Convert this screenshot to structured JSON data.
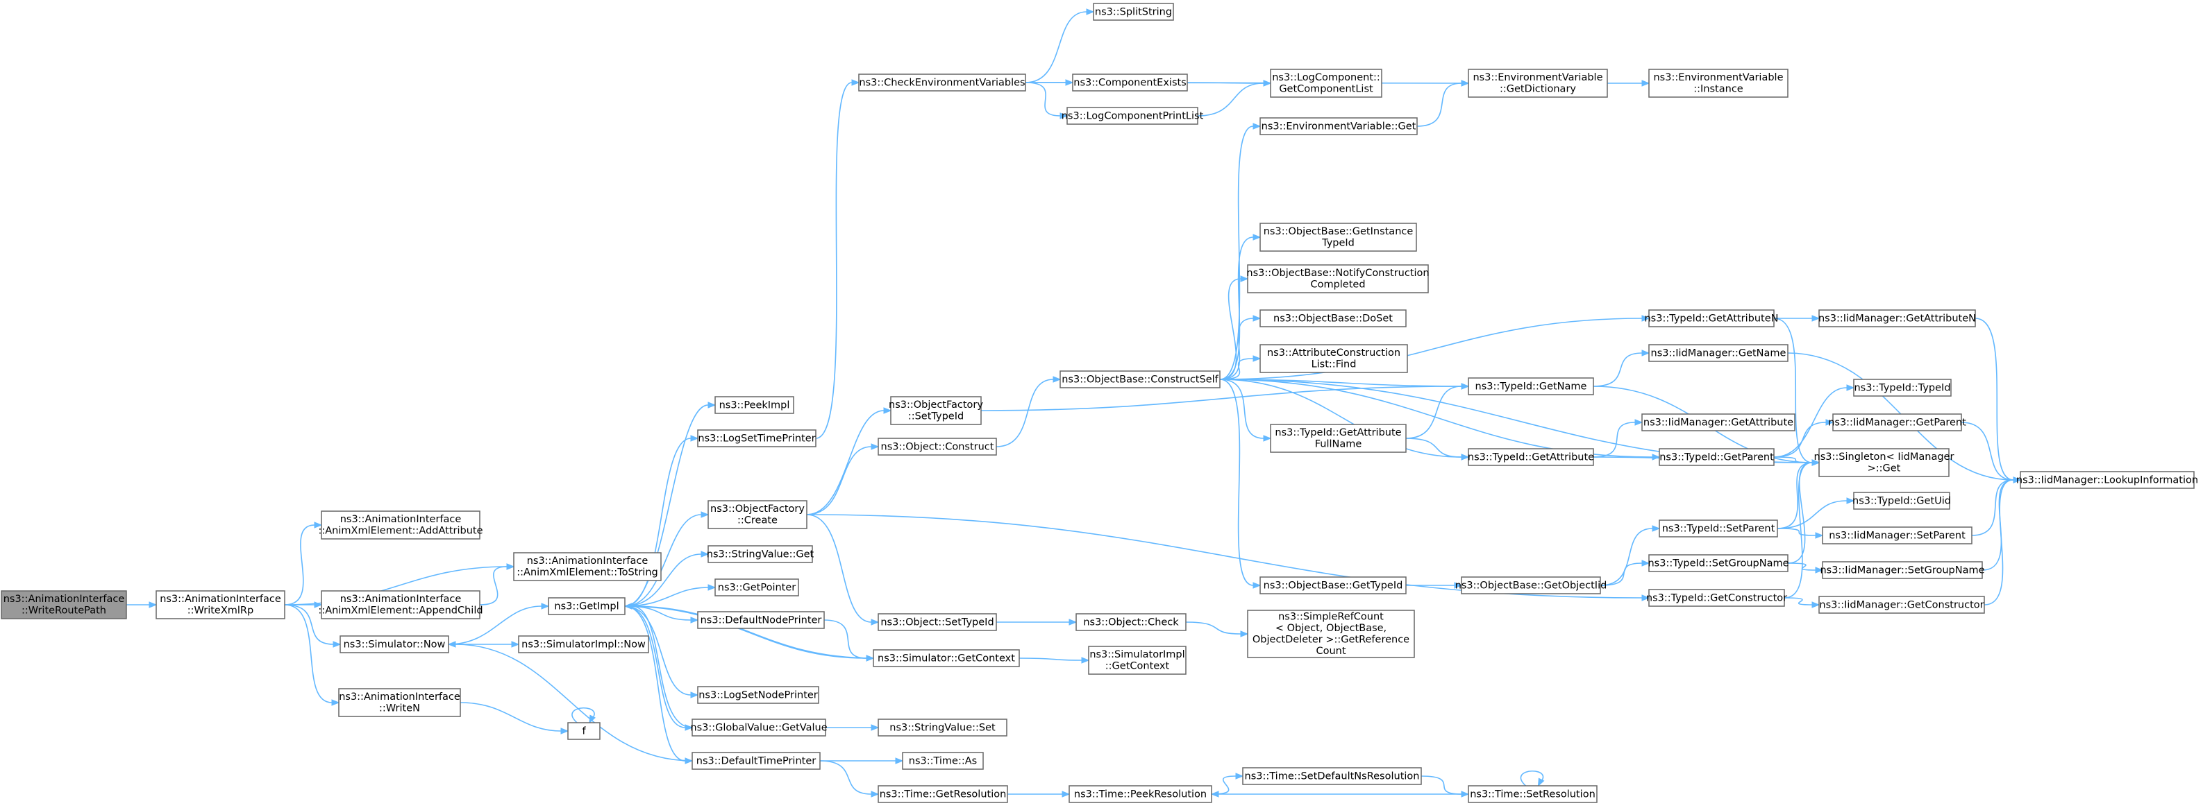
{
  "root": "ns3::AnimationInterface::WriteRoutePath",
  "colors": {
    "edge": "#63b8ff",
    "node_border": "#666666",
    "root_fill": "#999999",
    "node_fill": "#ffffff"
  },
  "nodes": [
    {
      "id": "n0",
      "lines": [
        "ns3::AnimationInterface",
        "::WriteRoutePath"
      ],
      "root": true
    },
    {
      "id": "n1",
      "lines": [
        "ns3::AnimationInterface",
        "::WriteXmlRp"
      ]
    },
    {
      "id": "n2",
      "lines": [
        "ns3::AnimationInterface",
        "::AnimXmlElement::AddAttribute"
      ]
    },
    {
      "id": "n3",
      "lines": [
        "ns3::AnimationInterface",
        "::AnimXmlElement::ToString"
      ]
    },
    {
      "id": "n4",
      "lines": [
        "ns3::AnimationInterface",
        "::AnimXmlElement::AppendChild"
      ]
    },
    {
      "id": "n5",
      "lines": [
        "ns3::Simulator::Now"
      ]
    },
    {
      "id": "n6",
      "lines": [
        "ns3::AnimationInterface",
        "::WriteN"
      ]
    },
    {
      "id": "n7",
      "lines": [
        "ns3::GetImpl"
      ]
    },
    {
      "id": "n8",
      "lines": [
        "ns3::SimulatorImpl::Now"
      ]
    },
    {
      "id": "n9",
      "lines": [
        "f"
      ]
    },
    {
      "id": "n10",
      "lines": [
        "ns3::PeekImpl"
      ]
    },
    {
      "id": "n11",
      "lines": [
        "ns3::LogSetTimePrinter"
      ]
    },
    {
      "id": "n12",
      "lines": [
        "ns3::ObjectFactory",
        "::Create"
      ]
    },
    {
      "id": "n13",
      "lines": [
        "ns3::StringValue::Get"
      ]
    },
    {
      "id": "n14",
      "lines": [
        "ns3::GetPointer"
      ]
    },
    {
      "id": "n15",
      "lines": [
        "ns3::DefaultNodePrinter"
      ]
    },
    {
      "id": "n16",
      "lines": [
        "ns3::Simulator::GetContext"
      ]
    },
    {
      "id": "n17",
      "lines": [
        "ns3::LogSetNodePrinter"
      ]
    },
    {
      "id": "n18",
      "lines": [
        "ns3::GlobalValue::GetValue"
      ]
    },
    {
      "id": "n19",
      "lines": [
        "ns3::DefaultTimePrinter"
      ]
    },
    {
      "id": "n20",
      "lines": [
        "ns3::CheckEnvironmentVariables"
      ]
    },
    {
      "id": "n21",
      "lines": [
        "ns3::ObjectFactory",
        "::SetTypeId"
      ]
    },
    {
      "id": "n22",
      "lines": [
        "ns3::Object::Construct"
      ]
    },
    {
      "id": "n23",
      "lines": [
        "ns3::Object::SetTypeId"
      ]
    },
    {
      "id": "n24",
      "lines": [
        "ns3::SimulatorImpl",
        "::GetContext"
      ]
    },
    {
      "id": "n25",
      "lines": [
        "ns3::StringValue::Set"
      ]
    },
    {
      "id": "n26",
      "lines": [
        "ns3::Time::As"
      ]
    },
    {
      "id": "n27",
      "lines": [
        "ns3::Time::GetResolution"
      ]
    },
    {
      "id": "n28",
      "lines": [
        "ns3::SplitString"
      ]
    },
    {
      "id": "n29",
      "lines": [
        "ns3::ComponentExists"
      ]
    },
    {
      "id": "n30",
      "lines": [
        "ns3::LogComponentPrintList"
      ]
    },
    {
      "id": "n31",
      "lines": [
        "ns3::LogComponent::",
        "GetComponentList"
      ]
    },
    {
      "id": "n32",
      "lines": [
        "ns3::EnvironmentVariable",
        "::GetDictionary"
      ]
    },
    {
      "id": "n33",
      "lines": [
        "ns3::EnvironmentVariable",
        "::Instance"
      ]
    },
    {
      "id": "n34",
      "lines": [
        "ns3::EnvironmentVariable::Get"
      ]
    },
    {
      "id": "n35",
      "lines": [
        "ns3::ObjectBase::ConstructSelf"
      ]
    },
    {
      "id": "n36",
      "lines": [
        "ns3::ObjectBase::GetInstance",
        "TypeId"
      ]
    },
    {
      "id": "n37",
      "lines": [
        "ns3::ObjectBase::NotifyConstruction",
        "Completed"
      ]
    },
    {
      "id": "n38",
      "lines": [
        "ns3::ObjectBase::DoSet"
      ]
    },
    {
      "id": "n39",
      "lines": [
        "ns3::AttributeConstruction",
        "List::Find"
      ]
    },
    {
      "id": "n40",
      "lines": [
        "ns3::TypeId::GetAttribute",
        "FullName"
      ]
    },
    {
      "id": "n41",
      "lines": [
        "ns3::ObjectBase::GetTypeId"
      ]
    },
    {
      "id": "n42",
      "lines": [
        "ns3::Object::Check"
      ]
    },
    {
      "id": "n43",
      "lines": [
        "ns3::SimpleRefCount",
        "< Object, ObjectBase,",
        "ObjectDeleter >::GetReference",
        "Count"
      ]
    },
    {
      "id": "n44",
      "lines": [
        "ns3::Time::PeekResolution"
      ]
    },
    {
      "id": "n45",
      "lines": [
        "ns3::Time::SetDefaultNsResolution"
      ]
    },
    {
      "id": "n46",
      "lines": [
        "ns3::Time::SetResolution"
      ]
    },
    {
      "id": "n47",
      "lines": [
        "ns3::TypeId::GetAttributeN"
      ]
    },
    {
      "id": "n48",
      "lines": [
        "ns3::TypeId::GetName"
      ]
    },
    {
      "id": "n49",
      "lines": [
        "ns3::TypeId::GetAttribute"
      ]
    },
    {
      "id": "n50",
      "lines": [
        "ns3::ObjectBase::GetObjectIid"
      ]
    },
    {
      "id": "n51",
      "lines": [
        "ns3::TypeId::GetConstructor"
      ]
    },
    {
      "id": "n52",
      "lines": [
        "ns3::IidManager::GetAttributeN"
      ]
    },
    {
      "id": "n53",
      "lines": [
        "ns3::IidManager::GetName"
      ]
    },
    {
      "id": "n54",
      "lines": [
        "ns3::IidManager::GetAttribute"
      ]
    },
    {
      "id": "n55",
      "lines": [
        "ns3::TypeId::GetParent"
      ]
    },
    {
      "id": "n56",
      "lines": [
        "ns3::TypeId::SetParent"
      ]
    },
    {
      "id": "n57",
      "lines": [
        "ns3::TypeId::SetGroupName"
      ]
    },
    {
      "id": "n58",
      "lines": [
        "ns3::Singleton< IidManager",
        ">::Get"
      ]
    },
    {
      "id": "n59",
      "lines": [
        "ns3::TypeId::TypeId"
      ]
    },
    {
      "id": "n60",
      "lines": [
        "ns3::IidManager::GetParent"
      ]
    },
    {
      "id": "n61",
      "lines": [
        "ns3::TypeId::GetUid"
      ]
    },
    {
      "id": "n62",
      "lines": [
        "ns3::IidManager::SetParent"
      ]
    },
    {
      "id": "n63",
      "lines": [
        "ns3::IidManager::SetGroupName"
      ]
    },
    {
      "id": "n64",
      "lines": [
        "ns3::IidManager::GetConstructor"
      ]
    },
    {
      "id": "n65",
      "lines": [
        "ns3::IidManager::LookupInformation"
      ]
    }
  ],
  "edges": [
    [
      "n0",
      "n1"
    ],
    [
      "n1",
      "n2"
    ],
    [
      "n1",
      "n3"
    ],
    [
      "n1",
      "n4"
    ],
    [
      "n1",
      "n5"
    ],
    [
      "n1",
      "n6"
    ],
    [
      "n4",
      "n3"
    ],
    [
      "n5",
      "n7"
    ],
    [
      "n5",
      "n8"
    ],
    [
      "n6",
      "n9"
    ],
    [
      "n9",
      "n9"
    ],
    [
      "n7",
      "n10"
    ],
    [
      "n7",
      "n11"
    ],
    [
      "n7",
      "n12"
    ],
    [
      "n7",
      "n13"
    ],
    [
      "n7",
      "n14"
    ],
    [
      "n7",
      "n15"
    ],
    [
      "n7",
      "n16"
    ],
    [
      "n7",
      "n17"
    ],
    [
      "n7",
      "n18"
    ],
    [
      "n7",
      "n19"
    ],
    [
      "n11",
      "n20"
    ],
    [
      "n12",
      "n21"
    ],
    [
      "n12",
      "n22"
    ],
    [
      "n12",
      "n23"
    ],
    [
      "n12",
      "n51"
    ],
    [
      "n16",
      "n7"
    ],
    [
      "n16",
      "n24"
    ],
    [
      "n15",
      "n16"
    ],
    [
      "n18",
      "n25"
    ],
    [
      "n18",
      "n7"
    ],
    [
      "n19",
      "n5"
    ],
    [
      "n19",
      "n26"
    ],
    [
      "n19",
      "n27"
    ],
    [
      "n20",
      "n28"
    ],
    [
      "n20",
      "n29"
    ],
    [
      "n20",
      "n30"
    ],
    [
      "n20",
      "n32"
    ],
    [
      "n29",
      "n31"
    ],
    [
      "n30",
      "n31"
    ],
    [
      "n32",
      "n33"
    ],
    [
      "n34",
      "n32"
    ],
    [
      "n21",
      "n48"
    ],
    [
      "n22",
      "n35"
    ],
    [
      "n23",
      "n42"
    ],
    [
      "n42",
      "n43"
    ],
    [
      "n27",
      "n44"
    ],
    [
      "n44",
      "n45"
    ],
    [
      "n45",
      "n46"
    ],
    [
      "n46",
      "n44"
    ],
    [
      "n46",
      "n46"
    ],
    [
      "n35",
      "n34"
    ],
    [
      "n35",
      "n36"
    ],
    [
      "n35",
      "n37"
    ],
    [
      "n35",
      "n38"
    ],
    [
      "n35",
      "n39"
    ],
    [
      "n35",
      "n40"
    ],
    [
      "n35",
      "n41"
    ],
    [
      "n35",
      "n47"
    ],
    [
      "n35",
      "n48"
    ],
    [
      "n35",
      "n49"
    ],
    [
      "n35",
      "n55"
    ],
    [
      "n35",
      "n58"
    ],
    [
      "n40",
      "n48"
    ],
    [
      "n40",
      "n49"
    ],
    [
      "n41",
      "n50"
    ],
    [
      "n50",
      "n56"
    ],
    [
      "n50",
      "n57"
    ],
    [
      "n47",
      "n52"
    ],
    [
      "n47",
      "n58"
    ],
    [
      "n48",
      "n53"
    ],
    [
      "n48",
      "n58"
    ],
    [
      "n49",
      "n54"
    ],
    [
      "n49",
      "n58"
    ],
    [
      "n51",
      "n64"
    ],
    [
      "n51",
      "n58"
    ],
    [
      "n55",
      "n59"
    ],
    [
      "n55",
      "n60"
    ],
    [
      "n55",
      "n58"
    ],
    [
      "n56",
      "n61"
    ],
    [
      "n56",
      "n62"
    ],
    [
      "n56",
      "n58"
    ],
    [
      "n57",
      "n63"
    ],
    [
      "n57",
      "n58"
    ],
    [
      "n52",
      "n65"
    ],
    [
      "n53",
      "n65"
    ],
    [
      "n60",
      "n65"
    ],
    [
      "n62",
      "n65"
    ],
    [
      "n63",
      "n65"
    ],
    [
      "n64",
      "n65"
    ]
  ]
}
